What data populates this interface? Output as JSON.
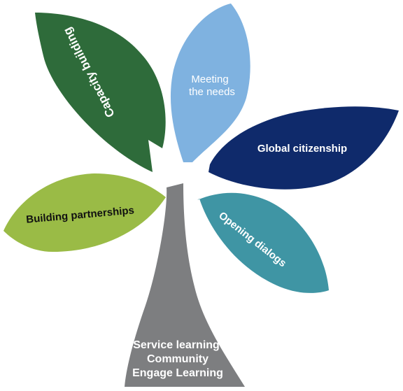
{
  "diagram": {
    "petals": {
      "capacity": {
        "label": "Capacity building",
        "color": "#2e6b3a"
      },
      "needs": {
        "line1": "Meeting",
        "line2": "the needs",
        "color": "#7fb2e0"
      },
      "global": {
        "label": "Global citizenship",
        "color": "#0f2a6b"
      },
      "partnerships": {
        "label": "Building partnerships",
        "color": "#9abb46"
      },
      "dialogs": {
        "label": "Opening dialogs",
        "color": "#3f95a4"
      }
    },
    "stem": {
      "color": "#7d7e80",
      "line1": "Service learning",
      "line2": "Community",
      "line3": "Engage Learning"
    }
  }
}
